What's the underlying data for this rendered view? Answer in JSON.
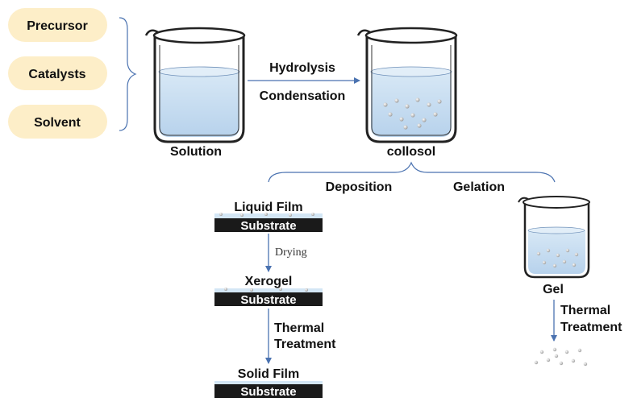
{
  "inputs": [
    "Precursor",
    "Catalysts",
    "Solvent"
  ],
  "beakers": {
    "solution": "Solution",
    "collosol": "collosol",
    "gel": "Gel"
  },
  "arrow_main": {
    "top": "Hydrolysis",
    "bottom": "Condensation"
  },
  "branches": {
    "left": "Deposition",
    "right": "Gelation"
  },
  "films": [
    {
      "title": "Liquid Film",
      "substrate": "Substrate"
    },
    {
      "title": "Xerogel",
      "substrate": "Substrate"
    },
    {
      "title": "Solid Film",
      "substrate": "Substrate"
    }
  ],
  "steps": {
    "drying": "Drying",
    "thermal_left_1": "Thermal",
    "thermal_left_2": "Treatment",
    "thermal_right_1": "Thermal",
    "thermal_right_2": "Treatment"
  },
  "colors": {
    "pill": "#fdeec8",
    "liquid": "#c9dff1",
    "arrow": "#4a72b0",
    "substrate": "#1a1a1a",
    "film": "#d3e6f5"
  }
}
